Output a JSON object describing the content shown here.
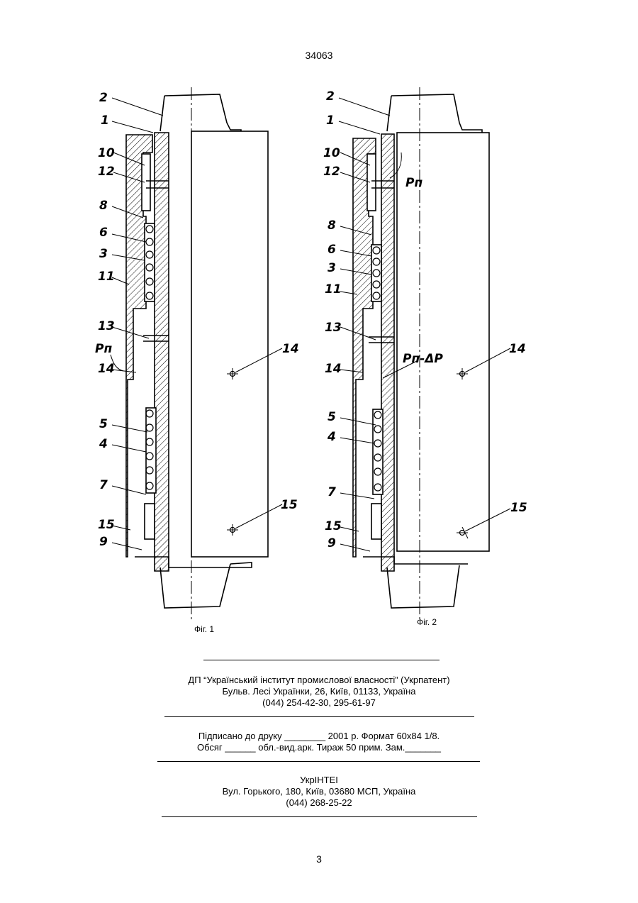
{
  "header": {
    "patent_number": "34063"
  },
  "figure": {
    "fig1_caption": "Фіг. 1",
    "fig2_caption": "Фіг. 2",
    "fig1_labels": [
      "2",
      "1",
      "10",
      "12",
      "8",
      "6",
      "3",
      "11",
      "13",
      "Pп",
      "14",
      "5",
      "4",
      "7",
      "15",
      "9",
      "14",
      "15"
    ],
    "fig2_labels": [
      "2",
      "1",
      "10",
      "12",
      "Pп",
      "8",
      "6",
      "3",
      "11",
      "13",
      "Pп-ΔP",
      "14",
      "5",
      "4",
      "7",
      "15",
      "9",
      "14",
      "15"
    ]
  },
  "publisher": {
    "line1": "ДП “Український інститут промислової власності” (Укрпатент)",
    "line2": "Бульв. Лесі Українки, 26, Київ, 01133, Україна",
    "line3": "(044) 254-42-30, 295-61-97"
  },
  "print_info": {
    "line1": "Підписано до друку ________ 2001 р.    Формат 60х84 1/8.",
    "line2": "Обсяг ______ обл.-вид.арк.   Тираж 50 прим.    Зам._______"
  },
  "printer": {
    "line1": "УкрІНТЕІ",
    "line2": "Вул. Горького, 180, Київ, 03680 МСП, Україна",
    "line3": "(044) 268-25-22"
  },
  "footer": {
    "page_number": "3"
  }
}
